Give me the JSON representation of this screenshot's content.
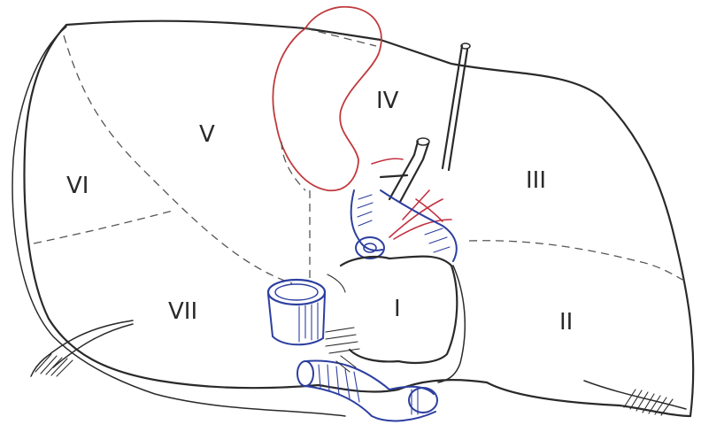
{
  "diagram": {
    "segments": [
      {
        "id": "I",
        "label": "I"
      },
      {
        "id": "II",
        "label": "II"
      },
      {
        "id": "III",
        "label": "III"
      },
      {
        "id": "IV",
        "label": "IV"
      },
      {
        "id": "V",
        "label": "V"
      },
      {
        "id": "VI",
        "label": "VI"
      },
      {
        "id": "VII",
        "label": "VII"
      }
    ],
    "colors": {
      "outline": "#2a2a2a",
      "vein": "#2d3fa0",
      "artery": "#c23040",
      "gallbladder": "#c0393b"
    },
    "icons": [
      "liver-outline",
      "gallbladder",
      "inferior-vena-cava",
      "portal-vein",
      "hepatic-artery",
      "round-ligament"
    ]
  }
}
